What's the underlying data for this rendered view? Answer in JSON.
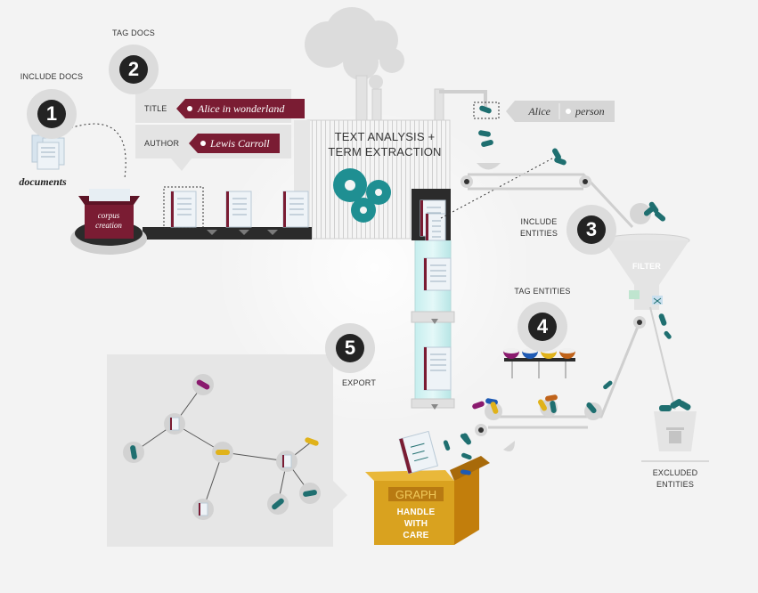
{
  "steps": [
    {
      "number": "1",
      "label": "INCLUDE DOCS"
    },
    {
      "number": "2",
      "label": "TAG DOCS"
    },
    {
      "number": "3",
      "label": "INCLUDE ENTITIES"
    },
    {
      "number": "4",
      "label": "TAG ENTITIES"
    },
    {
      "number": "5",
      "label": "EXPORT"
    }
  ],
  "documents_label": "documents",
  "corpus_label": "corpus creation",
  "doc_tags": {
    "title_key": "TITLE",
    "title_value": "Alice in wonderland",
    "author_key": "AUTHOR",
    "author_value": "Lewis Carroll"
  },
  "machine_label": "TEXT ANALYSIS + TERM EXTRACTION",
  "entity_tag": {
    "name": "Alice",
    "type": "person"
  },
  "filter_label": "FILTER",
  "excluded_label": "EXCLUDED ENTITIES",
  "graph_box": {
    "title": "GRAPH",
    "line1": "HANDLE",
    "line2": "WITH",
    "line3": "CARE"
  },
  "colors": {
    "maroon": "#7a1c33",
    "teal": "#1f6f70",
    "box_gold": "#d9a21f",
    "dark": "#2b2b2b",
    "bg": "#f3f3f3"
  }
}
